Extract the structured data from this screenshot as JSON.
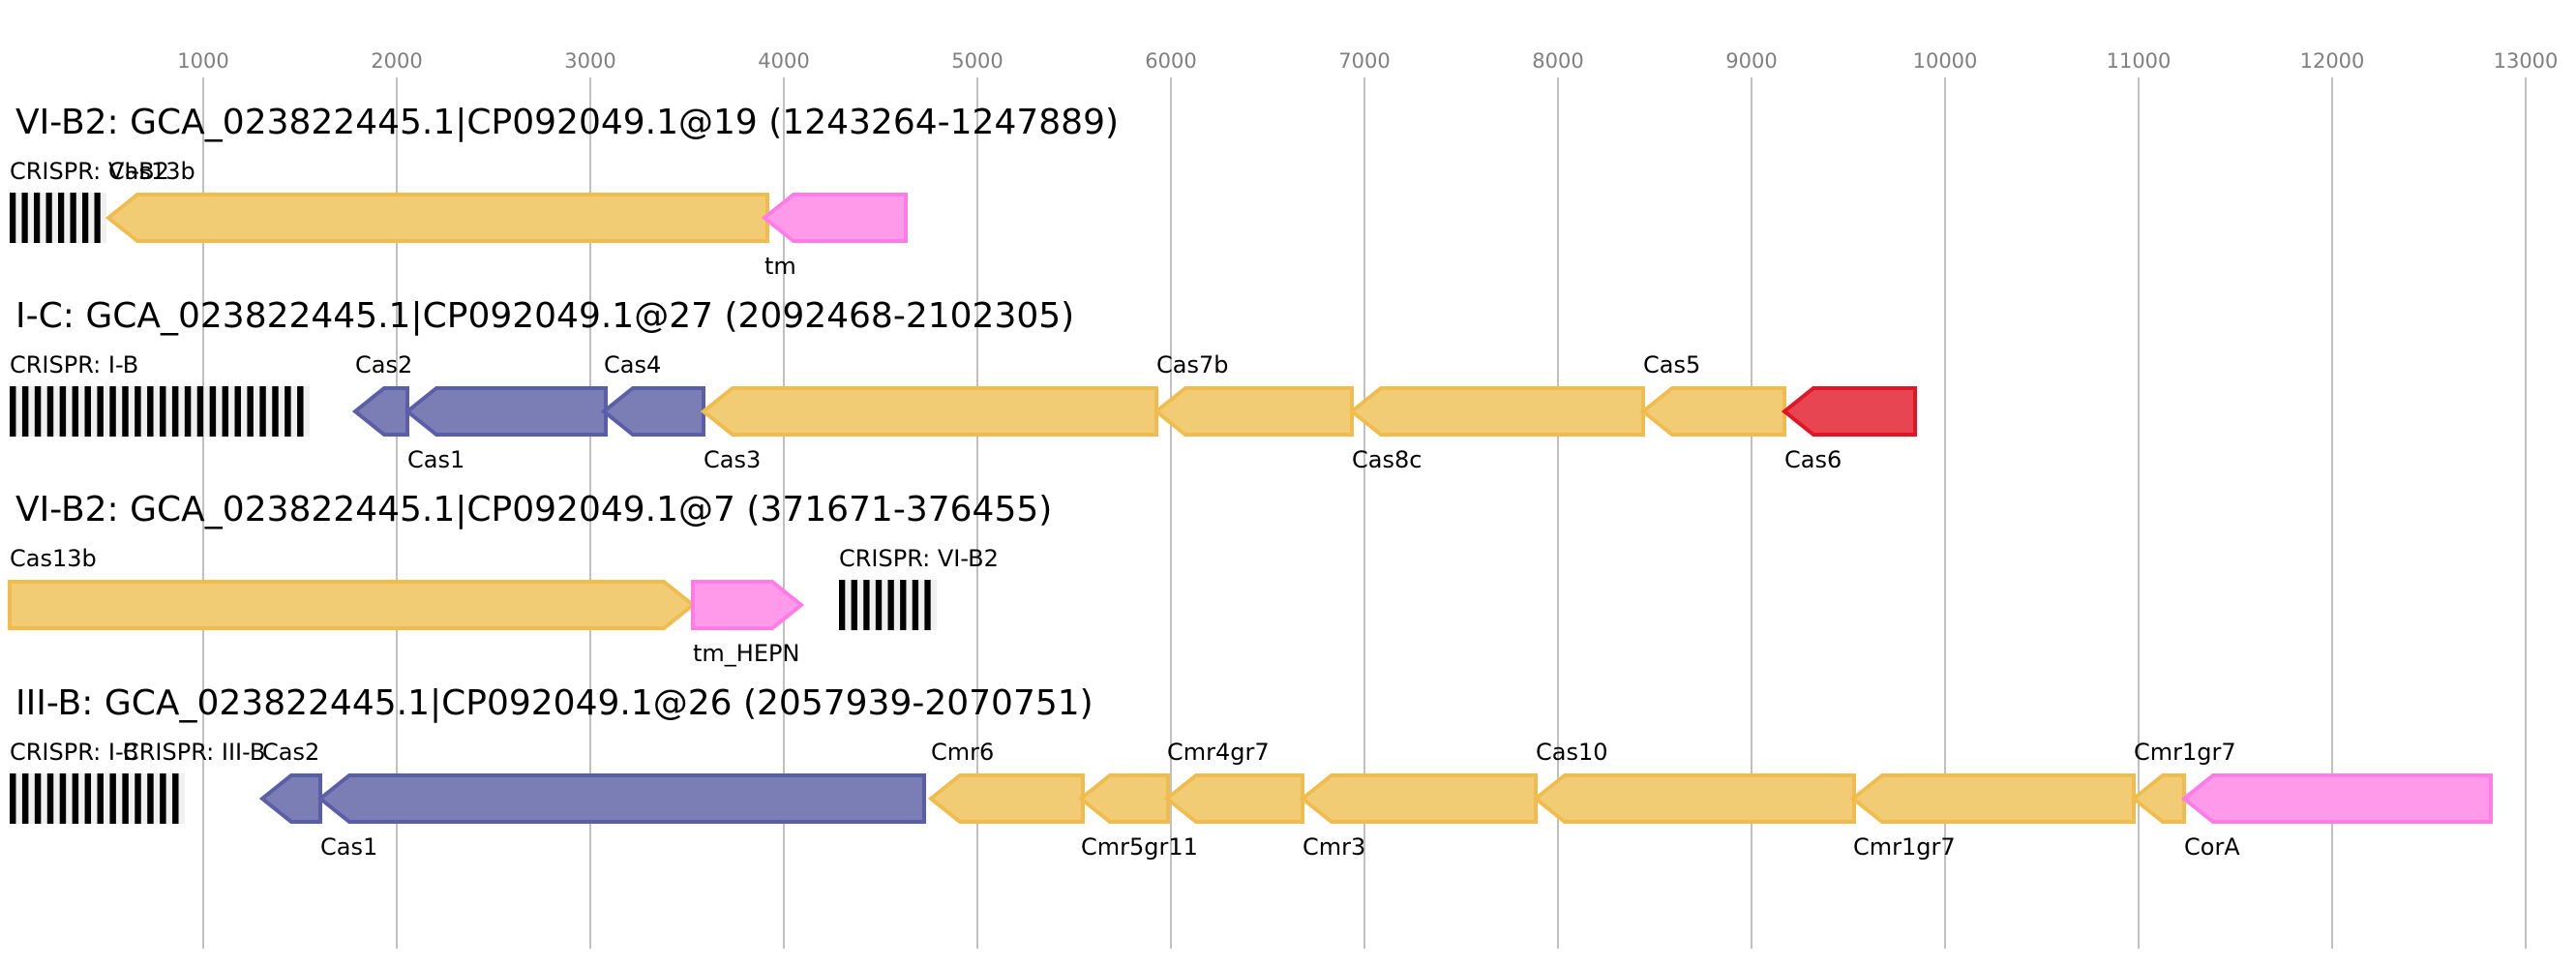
{
  "chart_data": {
    "type": "gene-map",
    "axis": {
      "ticks": [
        1000,
        2000,
        3000,
        4000,
        5000,
        6000,
        7000,
        8000,
        9000,
        10000,
        11000,
        12000,
        13000
      ],
      "range_bp": [
        0,
        13200
      ],
      "grid": true
    },
    "colors": {
      "yellow": {
        "fill": "#f2cc75",
        "stroke": "#f0bc4d"
      },
      "blue": {
        "fill": "#7b7db5",
        "stroke": "#5a5ea8"
      },
      "pink": {
        "fill": "#ff99e9",
        "stroke": "#ff7ce6"
      },
      "red": {
        "fill": "#e84552",
        "stroke": "#e01525"
      },
      "crispr_bar": "#000000",
      "crispr_gap": "#f0f0f0"
    },
    "rows": [
      {
        "title": "VI-B2: GCA_023822445.1|CP092049.1@19 (1243264-1247889)",
        "crisprs": [
          {
            "label": "CRISPR: VI-B2",
            "start": 0,
            "end": 500,
            "repeats": 8
          }
        ],
        "genes": [
          {
            "name": "Cas13b",
            "start": 510,
            "end": 3915,
            "strand": "-",
            "color": "yellow",
            "label_pos": "above"
          },
          {
            "name": "tm",
            "start": 3900,
            "end": 4630,
            "strand": "-",
            "color": "pink",
            "label_pos": "below"
          }
        ]
      },
      {
        "title": "I-C: GCA_023822445.1|CP092049.1@27 (2092468-2102305)",
        "crisprs": [
          {
            "label": "CRISPR: I-B",
            "start": 0,
            "end": 1550,
            "repeats": 24
          }
        ],
        "genes": [
          {
            "name": "Cas2",
            "start": 1785,
            "end": 2055,
            "strand": "-",
            "color": "blue",
            "label_pos": "above"
          },
          {
            "name": "Cas1",
            "start": 2055,
            "end": 3080,
            "strand": "-",
            "color": "blue",
            "label_pos": "below"
          },
          {
            "name": "Cas4",
            "start": 3070,
            "end": 3585,
            "strand": "-",
            "color": "blue",
            "label_pos": "above"
          },
          {
            "name": "Cas3",
            "start": 3585,
            "end": 5925,
            "strand": "-",
            "color": "yellow",
            "label_pos": "below"
          },
          {
            "name": "Cas7b",
            "start": 5925,
            "end": 6935,
            "strand": "-",
            "color": "yellow",
            "label_pos": "above"
          },
          {
            "name": "Cas8c",
            "start": 6935,
            "end": 8440,
            "strand": "-",
            "color": "yellow",
            "label_pos": "below"
          },
          {
            "name": "Cas5",
            "start": 8440,
            "end": 9170,
            "strand": "-",
            "color": "yellow",
            "label_pos": "above"
          },
          {
            "name": "Cas6",
            "start": 9170,
            "end": 9845,
            "strand": "-",
            "color": "red",
            "label_pos": "below"
          }
        ]
      },
      {
        "title": "VI-B2: GCA_023822445.1|CP092049.1@7 (371671-376455)",
        "crisprs": [
          {
            "label": "CRISPR: VI-B2",
            "start": 4285,
            "end": 4790,
            "repeats": 8
          }
        ],
        "genes": [
          {
            "name": "Cas13b",
            "start": 0,
            "end": 3530,
            "strand": "+",
            "color": "yellow",
            "label_pos": "above"
          },
          {
            "name": "tm_HEPN",
            "start": 3530,
            "end": 4090,
            "strand": "+",
            "color": "pink",
            "label_pos": "below"
          }
        ]
      },
      {
        "title": "III-B: GCA_023822445.1|CP092049.1@26 (2057939-2070751)",
        "crisprs": [
          {
            "label": "CRISPR: I-B",
            "start": 0,
            "end": 905,
            "repeats": 14
          },
          {
            "label": "CRISPR: III-B",
            "start": 585,
            "end": 905,
            "repeats": 0
          }
        ],
        "genes": [
          {
            "name": "Cas2",
            "start": 1305,
            "end": 1605,
            "strand": "-",
            "color": "blue",
            "label_pos": "above"
          },
          {
            "name": "Cas1",
            "start": 1605,
            "end": 4725,
            "strand": "-",
            "color": "blue",
            "label_pos": "below"
          },
          {
            "name": "Cmr6",
            "start": 4760,
            "end": 5545,
            "strand": "-",
            "color": "yellow",
            "label_pos": "above"
          },
          {
            "name": "Cmr5gr11",
            "start": 5535,
            "end": 5985,
            "strand": "-",
            "color": "yellow",
            "label_pos": "below"
          },
          {
            "name": "Cmr4gr7",
            "start": 5980,
            "end": 6680,
            "strand": "-",
            "color": "yellow",
            "label_pos": "above"
          },
          {
            "name": "Cmr3",
            "start": 6680,
            "end": 7885,
            "strand": "-",
            "color": "yellow",
            "label_pos": "below"
          },
          {
            "name": "Cas10",
            "start": 7885,
            "end": 9530,
            "strand": "-",
            "color": "yellow",
            "label_pos": "above"
          },
          {
            "name": "Cmr1gr7",
            "start": 9525,
            "end": 10975,
            "strand": "-",
            "color": "yellow",
            "label_pos": "below"
          },
          {
            "name": "Cmr1gr7",
            "start": 10975,
            "end": 11235,
            "strand": "-",
            "color": "yellow",
            "label_pos": "above"
          },
          {
            "name": "CorA",
            "start": 11235,
            "end": 12820,
            "strand": "-",
            "color": "pink",
            "label_pos": "below"
          }
        ]
      }
    ]
  }
}
